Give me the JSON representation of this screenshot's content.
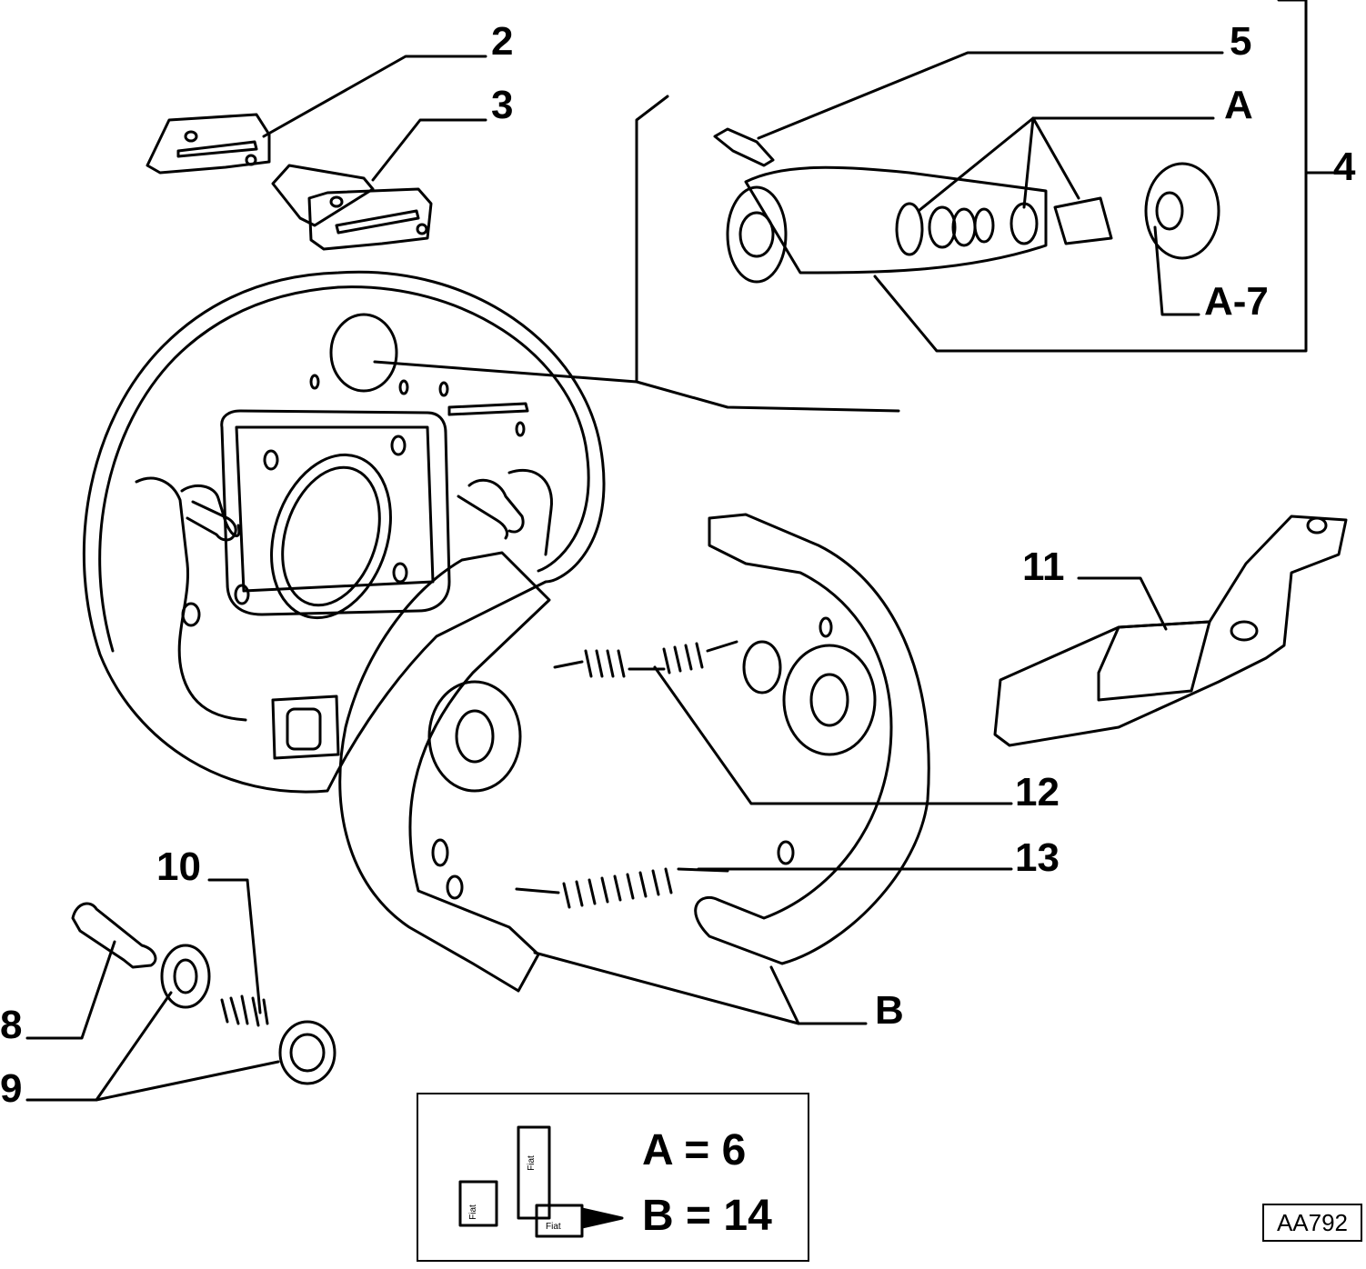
{
  "labels": {
    "l2": "2",
    "l3": "3",
    "l4": "4",
    "l5": "5",
    "lA": "A",
    "lA7": "A-7",
    "l8": "8",
    "l9": "9",
    "l10": "10",
    "l11": "11",
    "l12": "12",
    "l13": "13",
    "lB": "B"
  },
  "legend": {
    "line_a": "A = 6",
    "line_b": "B = 14",
    "kit_text_1": "Fiat",
    "kit_text_2": "Fiat",
    "kit_text_3": "Fiat"
  },
  "reference_code": "AA792"
}
